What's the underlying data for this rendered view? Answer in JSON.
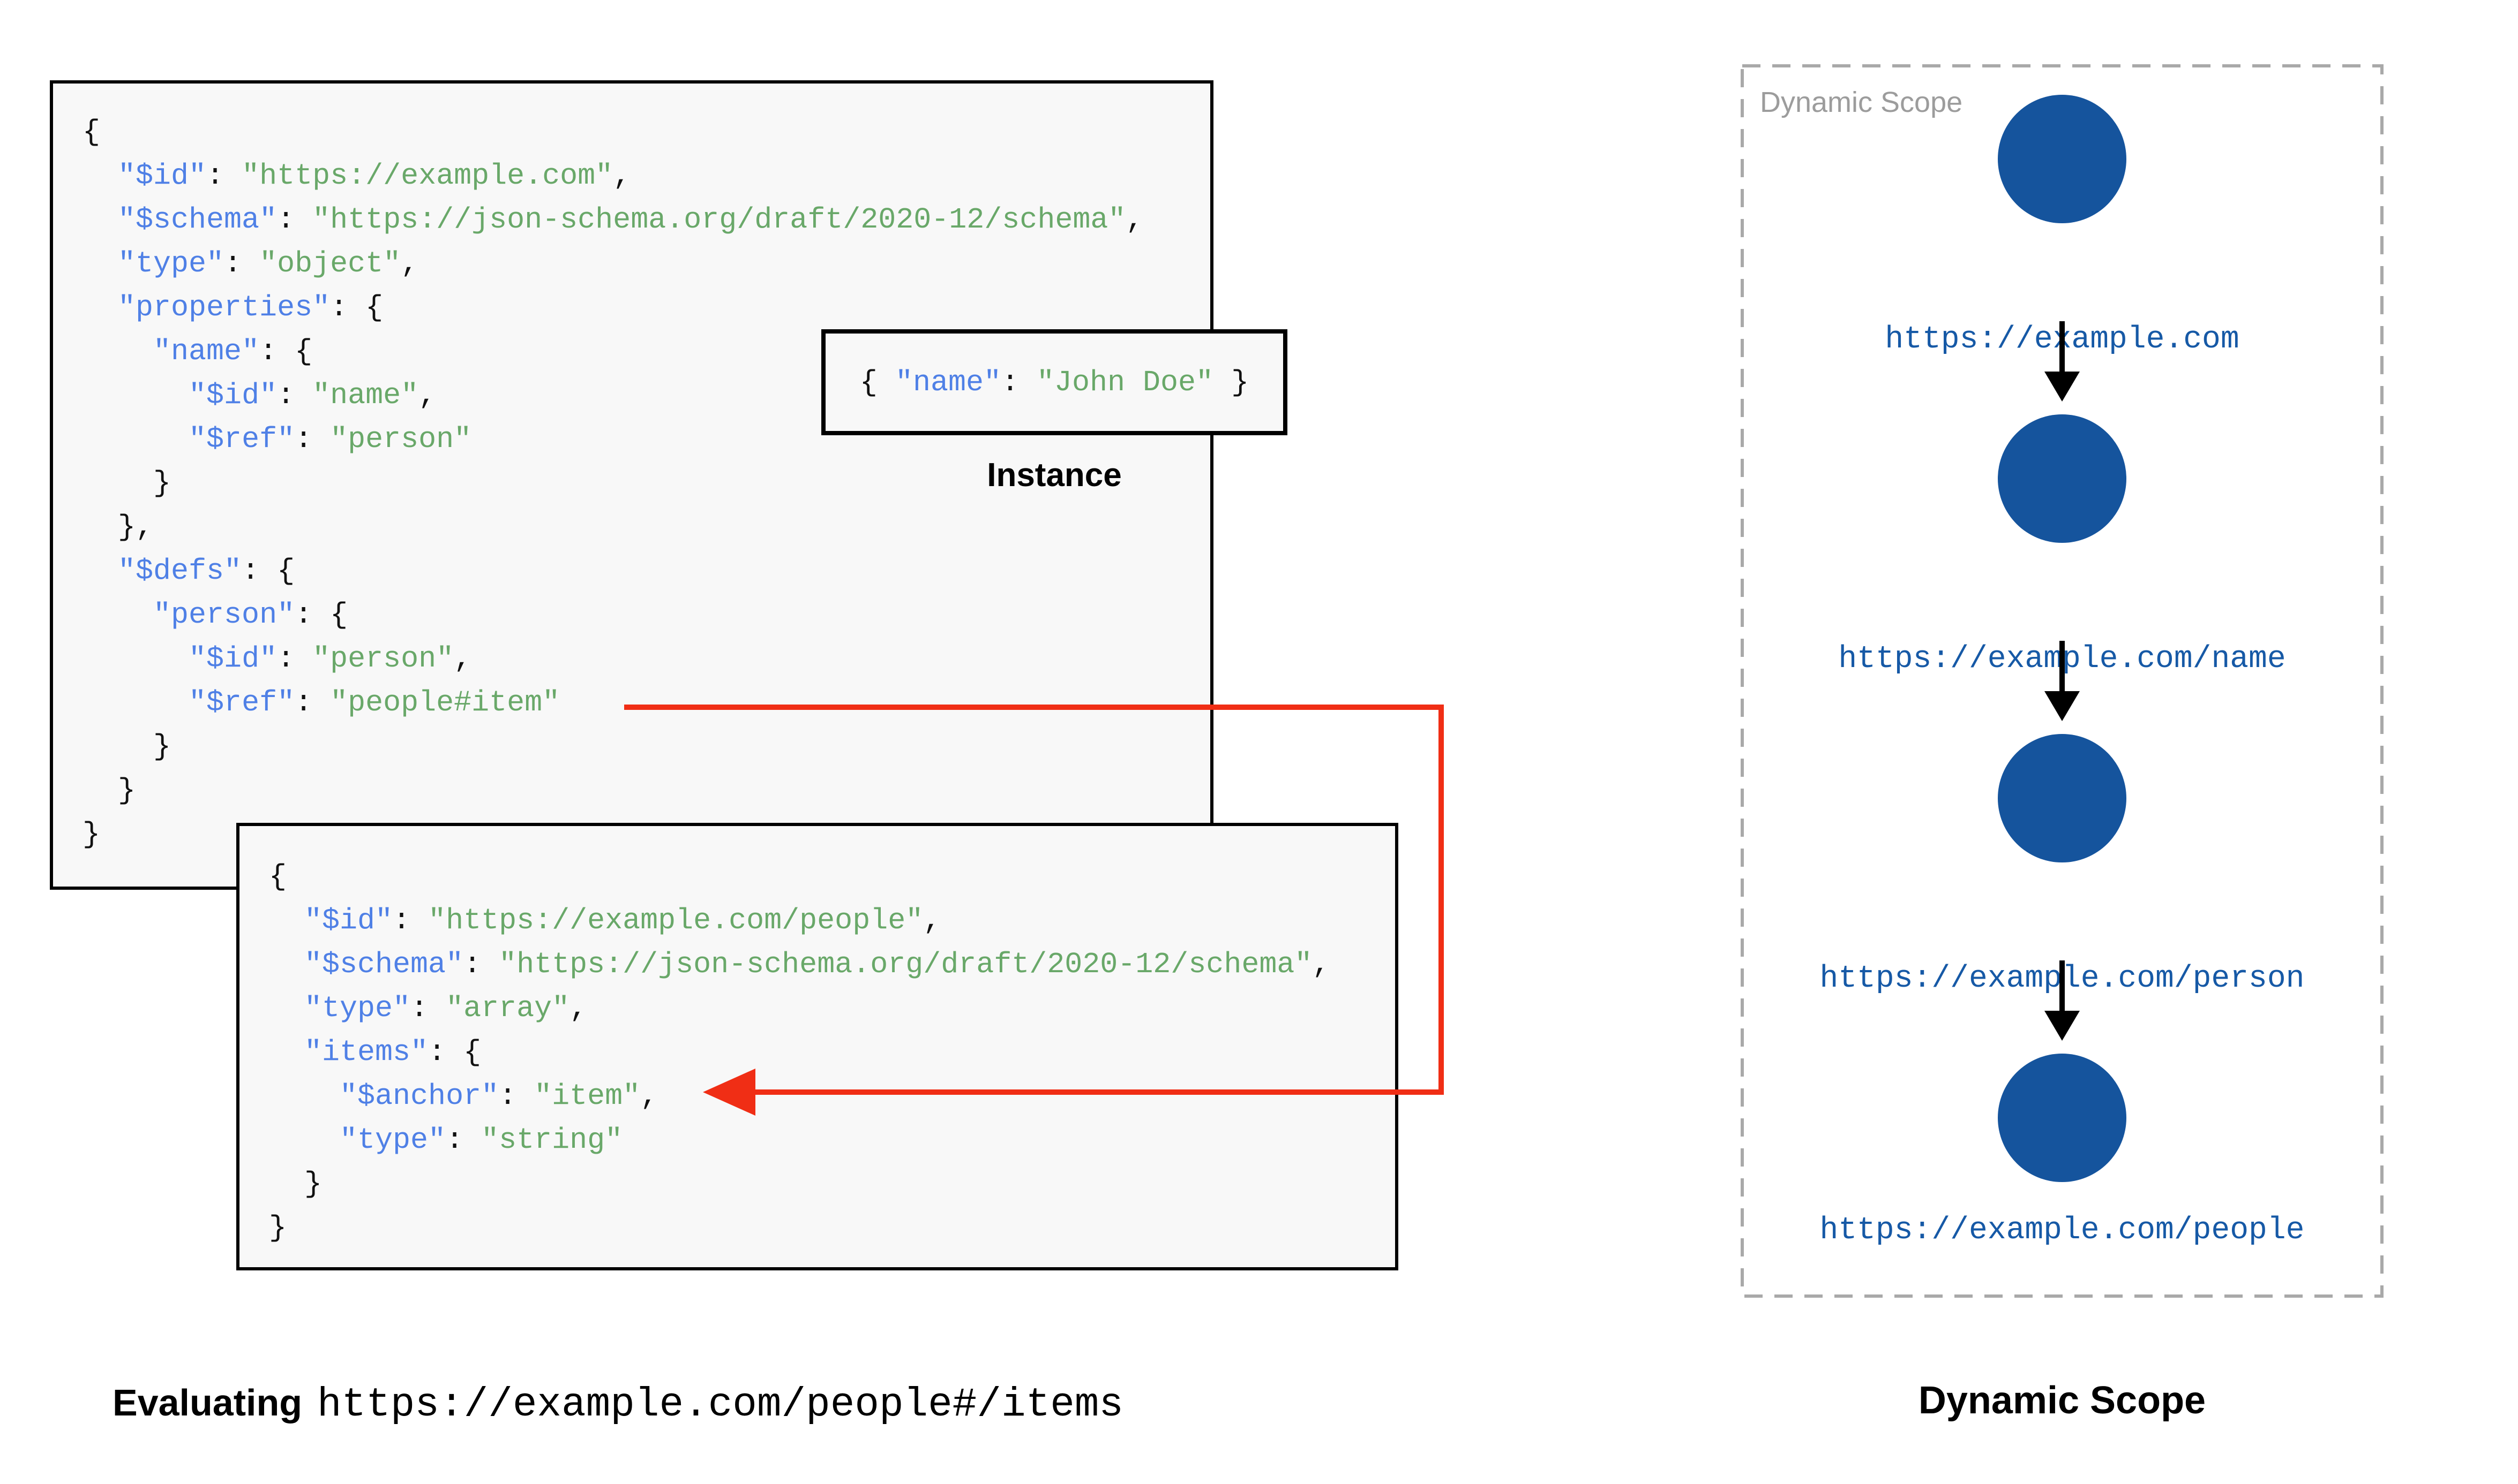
{
  "colors": {
    "key_blue": "#4f80e6",
    "string_green": "#69a869",
    "punctuation_black": "#111111",
    "code_background": "#f8f8f8",
    "box_border_black": "#000000",
    "node_circle_blue": "#15549d",
    "node_url_blue": "#1659a6",
    "reference_arrow_red": "#f02e15",
    "panel_dash_gray": "#a9a9a9",
    "panel_label_gray": "#9c9c9c"
  },
  "main_schema": {
    "lines": [
      [
        {
          "c": "p",
          "t": "{"
        }
      ],
      [
        {
          "c": "p",
          "t": "  "
        },
        {
          "c": "k",
          "t": "\"$id\""
        },
        {
          "c": "p",
          "t": ": "
        },
        {
          "c": "s",
          "t": "\"https://example.com\""
        },
        {
          "c": "p",
          "t": ","
        }
      ],
      [
        {
          "c": "p",
          "t": "  "
        },
        {
          "c": "k",
          "t": "\"$schema\""
        },
        {
          "c": "p",
          "t": ": "
        },
        {
          "c": "s",
          "t": "\"https://json-schema.org/draft/2020-12/schema\""
        },
        {
          "c": "p",
          "t": ","
        }
      ],
      [
        {
          "c": "p",
          "t": "  "
        },
        {
          "c": "k",
          "t": "\"type\""
        },
        {
          "c": "p",
          "t": ": "
        },
        {
          "c": "s",
          "t": "\"object\""
        },
        {
          "c": "p",
          "t": ","
        }
      ],
      [
        {
          "c": "p",
          "t": "  "
        },
        {
          "c": "k",
          "t": "\"properties\""
        },
        {
          "c": "p",
          "t": ": {"
        }
      ],
      [
        {
          "c": "p",
          "t": "    "
        },
        {
          "c": "k",
          "t": "\"name\""
        },
        {
          "c": "p",
          "t": ": {"
        }
      ],
      [
        {
          "c": "p",
          "t": "      "
        },
        {
          "c": "k",
          "t": "\"$id\""
        },
        {
          "c": "p",
          "t": ": "
        },
        {
          "c": "s",
          "t": "\"name\""
        },
        {
          "c": "p",
          "t": ","
        }
      ],
      [
        {
          "c": "p",
          "t": "      "
        },
        {
          "c": "k",
          "t": "\"$ref\""
        },
        {
          "c": "p",
          "t": ": "
        },
        {
          "c": "s",
          "t": "\"person\""
        }
      ],
      [
        {
          "c": "p",
          "t": "    }"
        }
      ],
      [
        {
          "c": "p",
          "t": "  },"
        }
      ],
      [
        {
          "c": "p",
          "t": "  "
        },
        {
          "c": "k",
          "t": "\"$defs\""
        },
        {
          "c": "p",
          "t": ": {"
        }
      ],
      [
        {
          "c": "p",
          "t": "    "
        },
        {
          "c": "k",
          "t": "\"person\""
        },
        {
          "c": "p",
          "t": ": {"
        }
      ],
      [
        {
          "c": "p",
          "t": "      "
        },
        {
          "c": "k",
          "t": "\"$id\""
        },
        {
          "c": "p",
          "t": ": "
        },
        {
          "c": "s",
          "t": "\"person\""
        },
        {
          "c": "p",
          "t": ","
        }
      ],
      [
        {
          "c": "p",
          "t": "      "
        },
        {
          "c": "k",
          "t": "\"$ref\""
        },
        {
          "c": "p",
          "t": ": "
        },
        {
          "c": "s",
          "t": "\"people#item\""
        }
      ],
      [
        {
          "c": "p",
          "t": "    }"
        }
      ],
      [
        {
          "c": "p",
          "t": "  }"
        }
      ],
      [
        {
          "c": "p",
          "t": "}"
        }
      ]
    ]
  },
  "people_schema": {
    "lines": [
      [
        {
          "c": "p",
          "t": "{"
        }
      ],
      [
        {
          "c": "p",
          "t": "  "
        },
        {
          "c": "k",
          "t": "\"$id\""
        },
        {
          "c": "p",
          "t": ": "
        },
        {
          "c": "s",
          "t": "\"https://example.com/people\""
        },
        {
          "c": "p",
          "t": ","
        }
      ],
      [
        {
          "c": "p",
          "t": "  "
        },
        {
          "c": "k",
          "t": "\"$schema\""
        },
        {
          "c": "p",
          "t": ": "
        },
        {
          "c": "s",
          "t": "\"https://json-schema.org/draft/2020-12/schema\""
        },
        {
          "c": "p",
          "t": ","
        }
      ],
      [
        {
          "c": "p",
          "t": "  "
        },
        {
          "c": "k",
          "t": "\"type\""
        },
        {
          "c": "p",
          "t": ": "
        },
        {
          "c": "s",
          "t": "\"array\""
        },
        {
          "c": "p",
          "t": ","
        }
      ],
      [
        {
          "c": "p",
          "t": "  "
        },
        {
          "c": "k",
          "t": "\"items\""
        },
        {
          "c": "p",
          "t": ": {"
        }
      ],
      [
        {
          "c": "p",
          "t": "    "
        },
        {
          "c": "k",
          "t": "\"$anchor\""
        },
        {
          "c": "p",
          "t": ": "
        },
        {
          "c": "s",
          "t": "\"item\""
        },
        {
          "c": "p",
          "t": ","
        }
      ],
      [
        {
          "c": "p",
          "t": "    "
        },
        {
          "c": "k",
          "t": "\"type\""
        },
        {
          "c": "p",
          "t": ": "
        },
        {
          "c": "s",
          "t": "\"string\""
        }
      ],
      [
        {
          "c": "p",
          "t": "  }"
        }
      ],
      [
        {
          "c": "p",
          "t": "}"
        }
      ]
    ]
  },
  "instance": {
    "label": "Instance",
    "lines": [
      [
        {
          "c": "p",
          "t": "{ "
        },
        {
          "c": "k",
          "t": "\"name\""
        },
        {
          "c": "p",
          "t": ": "
        },
        {
          "c": "s",
          "t": "\"John Doe\""
        },
        {
          "c": "p",
          "t": " }"
        }
      ]
    ]
  },
  "caption": {
    "prefix": "Evaluating",
    "uri": "https://example.com/people#/items"
  },
  "dynamic_scope": {
    "panel_label": "Dynamic Scope",
    "title": "Dynamic Scope",
    "nodes": [
      {
        "url": "https://example.com"
      },
      {
        "url": "https://example.com/name"
      },
      {
        "url": "https://example.com/person"
      },
      {
        "url": "https://example.com/people"
      }
    ]
  }
}
